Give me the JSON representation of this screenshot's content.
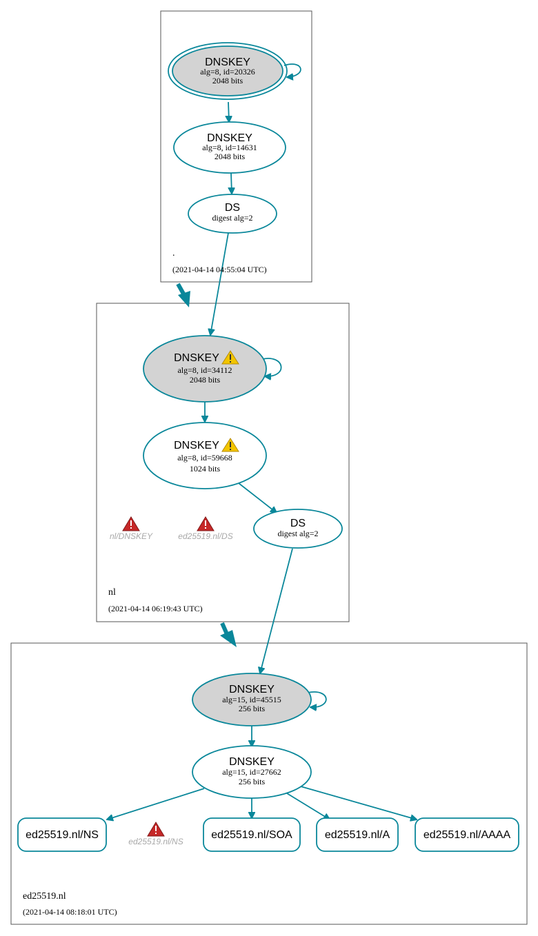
{
  "colors": {
    "edge": "#0a879a",
    "ksk_fill": "#d3d3d3",
    "zone_border": "#555555",
    "ghost_text": "#a8a8a8",
    "warning_yellow": "#f2c500",
    "error_red": "#c62828"
  },
  "zones": {
    "root": {
      "name": ".",
      "timestamp": "(2021-04-14 04:55:04 UTC)",
      "ksk": {
        "title": "DNSKEY",
        "line1": "alg=8, id=20326",
        "line2": "2048 bits"
      },
      "zsk": {
        "title": "DNSKEY",
        "line1": "alg=8, id=14631",
        "line2": "2048 bits"
      },
      "ds": {
        "title": "DS",
        "line1": "digest alg=2"
      }
    },
    "nl": {
      "name": "nl",
      "timestamp": "(2021-04-14 06:19:43 UTC)",
      "ksk": {
        "title": "DNSKEY",
        "line1": "alg=8, id=34112",
        "line2": "2048 bits",
        "icon": "warning-icon"
      },
      "zsk": {
        "title": "DNSKEY",
        "line1": "alg=8, id=59668",
        "line2": "1024 bits",
        "icon": "warning-icon"
      },
      "ds": {
        "title": "DS",
        "line1": "digest alg=2"
      },
      "errors": [
        {
          "label": "nl/DNSKEY",
          "icon": "error-icon"
        },
        {
          "label": "ed25519.nl/DS",
          "icon": "error-icon"
        }
      ]
    },
    "ed25519": {
      "name": "ed25519.nl",
      "timestamp": "(2021-04-14 08:18:01 UTC)",
      "ksk": {
        "title": "DNSKEY",
        "line1": "alg=15, id=45515",
        "line2": "256 bits"
      },
      "zsk": {
        "title": "DNSKEY",
        "line1": "alg=15, id=27662",
        "line2": "256 bits"
      },
      "rrsets": {
        "ns": "ed25519.nl/NS",
        "soa": "ed25519.nl/SOA",
        "a": "ed25519.nl/A",
        "aaaa": "ed25519.nl/AAAA"
      },
      "errors": [
        {
          "label": "ed25519.nl/NS",
          "icon": "error-icon"
        }
      ]
    }
  }
}
